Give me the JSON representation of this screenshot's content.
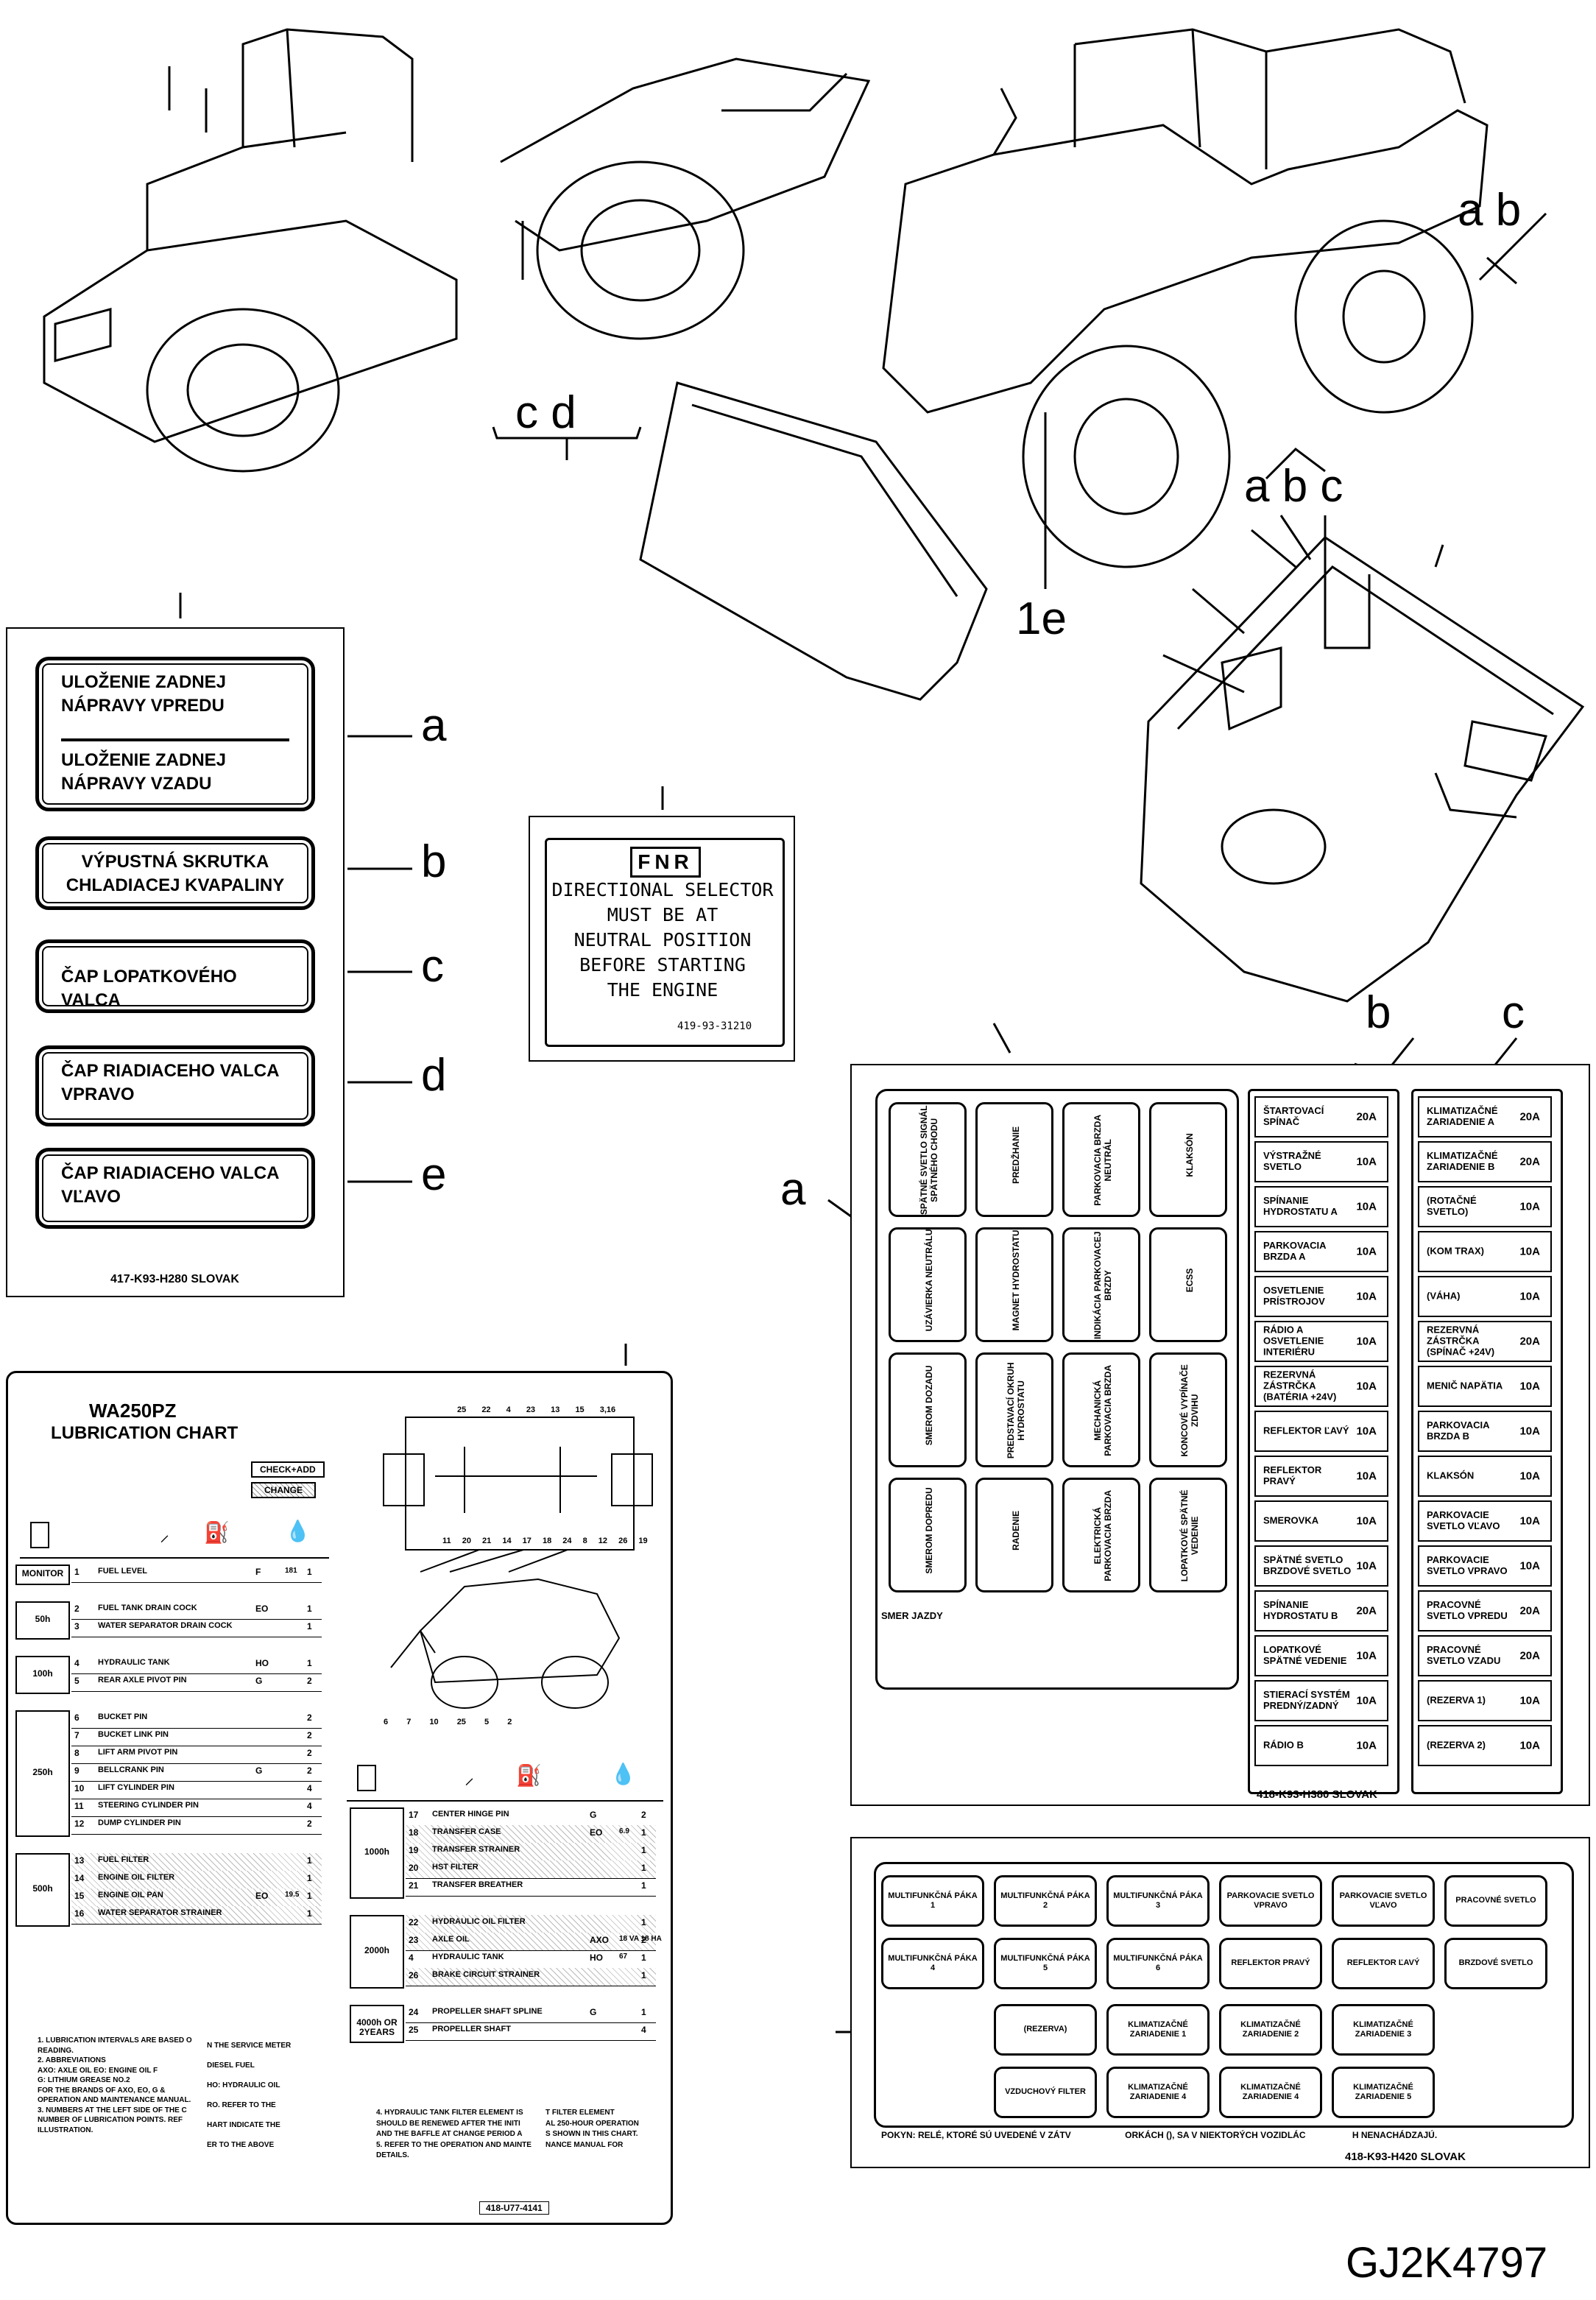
{
  "callouts": {
    "cd": "c d",
    "ab_right": "a b",
    "one_e": "1e",
    "abc_cab": "a b c",
    "b_fuse": "b",
    "c_fuse": "c",
    "a_fuse": "a"
  },
  "label_sheet": {
    "items": [
      {
        "letter": "a",
        "text": [
          "ULOŽENIE ZADNEJ NÁPRAVY VPREDU",
          "ULOŽENIE ZADNEJ NÁPRAVY VZADU"
        ]
      },
      {
        "letter": "b",
        "text": [
          "VÝPUSTNÁ SKRUTKA CHLADIACEJ KVAPALINY"
        ]
      },
      {
        "letter": "c",
        "text": [
          "ČAP LOPATKOVÉHO VALCA"
        ]
      },
      {
        "letter": "d",
        "text": [
          "ČAP RIADIACEHO VALCA VPRAVO"
        ]
      },
      {
        "letter": "e",
        "text": [
          "ČAP RIADIACEHO VALCA VĽAVO"
        ]
      }
    ],
    "part_number": "417-K93-H280 SLOVAK"
  },
  "fnr_plate": {
    "logo": "FNR",
    "lines": [
      "DIRECTIONAL SELECTOR",
      "MUST BE AT",
      "NEUTRAL POSITION",
      "BEFORE STARTING",
      "THE ENGINE"
    ],
    "part_number": "419-93-31210"
  },
  "lube_chart": {
    "title": "WA250PZ",
    "subtitle": "LUBRICATION CHART",
    "legend": [
      "CHECK+ADD",
      "CHANGE"
    ],
    "part_number": "418-U77-4141",
    "groups_left": [
      {
        "interval": "MONITOR",
        "rows": [
          [
            "1",
            "FUEL LEVEL",
            "F",
            "181",
            "1"
          ]
        ]
      },
      {
        "interval": "50h",
        "rows": [
          [
            "2",
            "FUEL TANK DRAIN COCK",
            "EO",
            "",
            "1"
          ],
          [
            "3",
            "WATER SEPARATOR DRAIN COCK",
            "",
            "",
            "1"
          ]
        ]
      },
      {
        "interval": "100h",
        "rows": [
          [
            "4",
            "HYDRAULIC TANK",
            "HO",
            "",
            "1"
          ],
          [
            "5",
            "REAR AXLE PIVOT PIN",
            "G",
            "",
            "2"
          ]
        ]
      },
      {
        "interval": "250h",
        "rows": [
          [
            "6",
            "BUCKET PIN",
            "",
            "",
            "2"
          ],
          [
            "7",
            "BUCKET LINK PIN",
            "",
            "",
            "2"
          ],
          [
            "8",
            "LIFT ARM PIVOT PIN",
            "",
            "",
            "2"
          ],
          [
            "9",
            "BELLCRANK PIN",
            "G",
            "",
            "2"
          ],
          [
            "10",
            "LIFT CYLINDER PIN",
            "",
            "",
            "4"
          ],
          [
            "11",
            "STEERING CYLINDER PIN",
            "",
            "",
            "4"
          ],
          [
            "12",
            "DUMP CYLINDER PIN",
            "",
            "",
            "2"
          ]
        ]
      },
      {
        "interval": "500h",
        "rows": [
          [
            "13",
            "FUEL FILTER",
            "",
            "",
            "1"
          ],
          [
            "14",
            "ENGINE OIL FILTER",
            "",
            "",
            "1"
          ],
          [
            "15",
            "ENGINE OIL PAN",
            "EO",
            "19.5",
            "1"
          ],
          [
            "16",
            "WATER SEPARATOR STRAINER",
            "",
            "",
            "1"
          ]
        ]
      }
    ],
    "groups_right": [
      {
        "interval": "1000h",
        "rows": [
          [
            "17",
            "CENTER HINGE PIN",
            "G",
            "",
            "2"
          ],
          [
            "18",
            "TRANSFER CASE",
            "EO",
            "6.9",
            "1"
          ],
          [
            "19",
            "TRANSFER STRAINER",
            "",
            "",
            "1"
          ],
          [
            "20",
            "HST FILTER",
            "",
            "",
            "1"
          ],
          [
            "21",
            "TRANSFER BREATHER",
            "",
            "",
            "1"
          ]
        ]
      },
      {
        "interval": "2000h",
        "rows": [
          [
            "22",
            "HYDRAULIC OIL FILTER",
            "",
            "",
            "1"
          ],
          [
            "23",
            "AXLE OIL",
            "AXO",
            "18 VA 18 HA",
            "2"
          ],
          [
            "4",
            "HYDRAULIC TANK",
            "HO",
            "67",
            "1"
          ],
          [
            "26",
            "BRAKE CIRCUIT STRAINER",
            "",
            "",
            "1"
          ]
        ]
      },
      {
        "interval": "4000h OR 2YEARS",
        "rows": [
          [
            "24",
            "PROPELLER SHAFT SPLINE",
            "G",
            "",
            "1"
          ],
          [
            "25",
            "PROPELLER SHAFT",
            "",
            "",
            "4"
          ]
        ]
      }
    ],
    "diagram_numbers_top": [
      "25",
      "22",
      "4",
      "23",
      "13",
      "15",
      "3,16"
    ],
    "diagram_numbers_mid": [
      "11",
      "20",
      "21",
      "14",
      "17",
      "18",
      "24",
      "8",
      "12",
      "26",
      "19"
    ],
    "diagram_numbers_bottom": [
      "6",
      "7",
      "10",
      "25",
      "5",
      "2"
    ],
    "notes_left": [
      "1. LUBRICATION INTERVALS ARE BASED O",
      "READING.",
      "2. ABBREVIATIONS",
      "AXO: AXLE OIL  EO: ENGINE OIL  F",
      "G: LITHIUM GREASE NO.2",
      "FOR THE BRANDS OF AXO, EO, G &",
      "OPERATION AND MAINTENANCE MANUAL.",
      "3. NUMBERS AT THE LEFT SIDE OF THE C",
      "NUMBER OF LUBRICATION POINTS. REF",
      "ILLUSTRATION."
    ],
    "notes_left_2": [
      "N THE SERVICE METER",
      "DIESEL FUEL",
      "HO: HYDRAULIC OIL",
      "RO. REFER TO THE",
      "HART INDICATE THE",
      "ER TO THE ABOVE"
    ],
    "notes_right": [
      "4. HYDRAULIC TANK FILTER ELEMENT IS",
      "SHOULD BE RENEWED AFTER THE INITI",
      "AND THE BAFFLE AT CHANGE PERIOD A",
      "5. REFER TO THE OPERATION AND MAINTE",
      "DETAILS."
    ],
    "notes_right_2": [
      "T FILTER ELEMENT",
      "AL 250-HOUR OPERATION",
      "S SHOWN IN THIS CHART.",
      "NANCE MANUAL FOR"
    ]
  },
  "fuse_panel": {
    "part_number": "418-K93-H380 SLOVAK",
    "relays": [
      [
        "SPÄTNÉ SVETLO SIGNÁL SPÄTNÉHO CHODU",
        "PREDŽHANIE",
        "PARKOVACIA BRZDA NEUTRÁL",
        "KLAKSÓN"
      ],
      [
        "UZÁVIERKA NEUTRÁLU",
        "MAGNET HYDROSTATU",
        "INDIKÁCIA PARKOVACEJ BRZDY",
        "ECSS"
      ],
      [
        "SMEROM DOZADU",
        "PREDSTAVACÍ OKRUH HYDROSTATU",
        "MECHANICKÁ PARKOVACIA BRZDA",
        "KONCOVÉ VYPÍNAČE ZDVIHU"
      ],
      [
        "SMEROM DOPREDU",
        "RADENIE",
        "ELEKTRICKÁ PARKOVACIA BRZDA",
        "LOPATKOVÉ SPÄTNÉ VEDENIE"
      ]
    ],
    "direction": "SMER JAZDY",
    "fuses_b": [
      [
        "ŠTARTOVACÍ SPÍNAČ",
        "20A"
      ],
      [
        "VÝSTRAŽNÉ SVETLO",
        "10A"
      ],
      [
        "SPÍNANIE HYDROSTATU A",
        "10A"
      ],
      [
        "PARKOVACIA BRZDA A",
        "10A"
      ],
      [
        "OSVETLENIE PRÍSTROJOV",
        "10A"
      ],
      [
        "RÁDIO A OSVETLENIE INTERIÉRU",
        "10A"
      ],
      [
        "REZERVNÁ ZÁSTRČKA (BATÉRIA +24V)",
        "10A"
      ],
      [
        "REFLEKTOR ĽAVÝ",
        "10A"
      ],
      [
        "REFLEKTOR PRAVÝ",
        "10A"
      ],
      [
        "SMEROVKA",
        "10A"
      ],
      [
        "SPÄTNÉ SVETLO BRZDOVÉ SVETLO",
        "10A"
      ],
      [
        "SPÍNANIE HYDROSTATU B",
        "20A"
      ],
      [
        "LOPATKOVÉ SPÄTNÉ VEDENIE",
        "10A"
      ],
      [
        "STIERACÍ SYSTÉM PREDNÝ/ZADNÝ",
        "10A"
      ],
      [
        "RÁDIO B",
        "10A"
      ]
    ],
    "fuses_c": [
      [
        "KLIMATIZAČNÉ ZARIADENIE A",
        "20A"
      ],
      [
        "KLIMATIZAČNÉ ZARIADENIE B",
        "20A"
      ],
      [
        "(ROTAČNÉ SVETLO)",
        "10A"
      ],
      [
        "(KOM TRAX)",
        "10A"
      ],
      [
        "(VÁHA)",
        "10A"
      ],
      [
        "REZERVNÁ ZÁSTRČKA (SPÍNAČ +24V)",
        "20A"
      ],
      [
        "MENIČ NAPÄTIA",
        "10A"
      ],
      [
        "PARKOVACIA BRZDA B",
        "10A"
      ],
      [
        "KLAKSÓN",
        "10A"
      ],
      [
        "PARKOVACIE SVETLO VĽAVO",
        "10A"
      ],
      [
        "PARKOVACIE SVETLO VPRAVO",
        "10A"
      ],
      [
        "PRACOVNÉ SVETLO VPREDU",
        "20A"
      ],
      [
        "PRACOVNÉ SVETLO VZADU",
        "20A"
      ],
      [
        "(REZERVA 1)",
        "10A"
      ],
      [
        "(REZERVA 2)",
        "10A"
      ]
    ]
  },
  "relay_panel": {
    "part_number": "418-K93-H420 SLOVAK",
    "row1": [
      "MULTIFUNKČNÁ PÁKA 1",
      "MULTIFUNKČNÁ PÁKA 2",
      "MULTIFUNKČNÁ PÁKA 3",
      "PARKOVACIE SVETLO VPRAVO",
      "PARKOVACIE SVETLO VĽAVO",
      "PRACOVNÉ SVETLO"
    ],
    "row2": [
      "MULTIFUNKČNÁ PÁKA 4",
      "MULTIFUNKČNÁ PÁKA 5",
      "MULTIFUNKČNÁ PÁKA 6",
      "REFLEKTOR PRAVÝ",
      "REFLEKTOR ĽAVÝ",
      "BRZDOVÉ SVETLO"
    ],
    "row3": [
      "(REZERVA)",
      "KLIMATIZAČNÉ ZARIADENIE 1",
      "KLIMATIZAČNÉ ZARIADENIE 2",
      "KLIMATIZAČNÉ ZARIADENIE 3"
    ],
    "row4": [
      "VZDUCHOVÝ FILTER",
      "KLIMATIZAČNÉ ZARIADENIE 4",
      "KLIMATIZAČNÉ ZARIADENIE 4",
      "KLIMATIZAČNÉ ZARIADENIE 5"
    ],
    "note": [
      "POKYN: RELÉ, KTORÉ SÚ UVEDENÉ V ZÁTV",
      "ORKÁCH (), SA V NIEKTORÝCH VOZIDLÁC",
      "H NENACHÁDZAJÚ."
    ]
  },
  "figure_id": "GJ2K4797"
}
